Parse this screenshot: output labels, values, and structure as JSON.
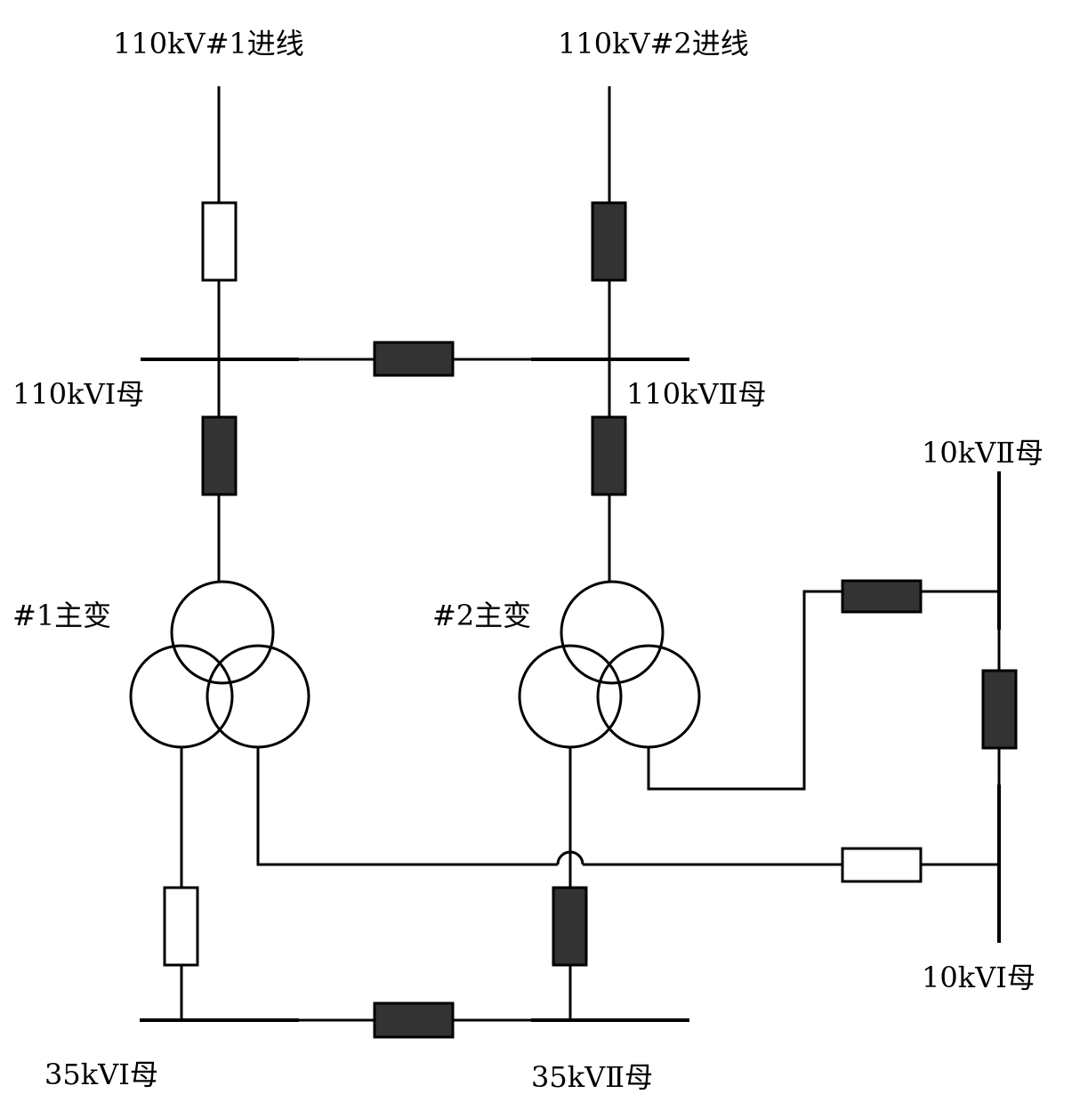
{
  "labels": {
    "line1_in": "110kV#1进线",
    "line2_in": "110kV#2进线",
    "bus110_1": "110kVⅠ母",
    "bus110_2": "110kVⅡ母",
    "bus10_2": "10kVⅡ母",
    "bus10_1": "10kVⅠ母",
    "tx1": "#1主变",
    "tx2": "#2主变",
    "bus35_1": "35kVⅠ母",
    "bus35_2": "35kVⅡ母"
  },
  "breaker_states": {
    "line1": "open",
    "line2": "closed",
    "bus_tie_110": "closed",
    "tx1_110": "closed",
    "tx2_110": "closed",
    "tx1_35": "open",
    "tx2_35": "closed",
    "bus_tie_35": "closed",
    "tx2_10": "closed",
    "bus_tie_10": "closed",
    "tx1_10": "open"
  },
  "colors": {
    "line": "#000000",
    "closed": "#333333",
    "open": "#ffffff"
  }
}
